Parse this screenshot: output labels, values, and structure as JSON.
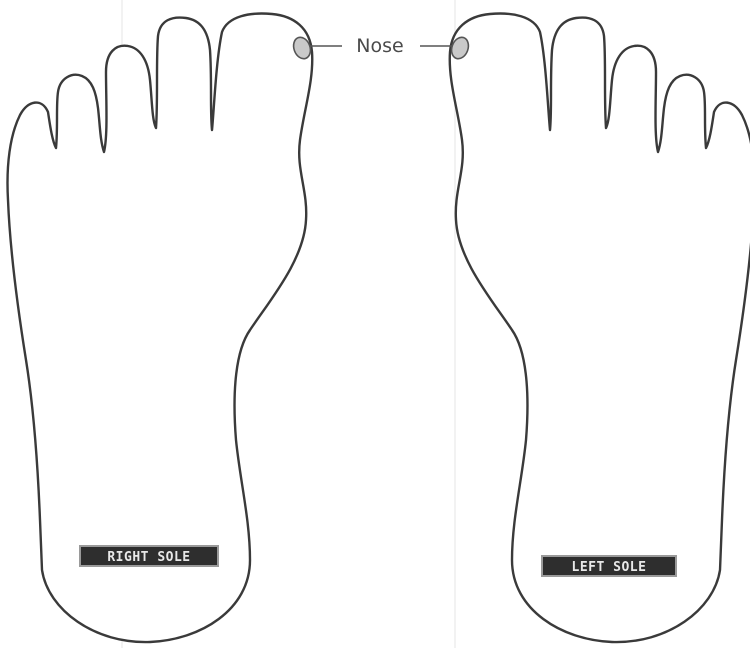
{
  "callout": {
    "label": "Nose"
  },
  "feet": {
    "right": {
      "label": "RIGHT SOLE"
    },
    "left": {
      "label": "LEFT SOLE"
    }
  },
  "colors": {
    "outline": "#3a3a3a",
    "nail_fill": "#c9c9c9",
    "tag_fill": "#2e2e2e",
    "tag_text": "#e8e8e8"
  }
}
